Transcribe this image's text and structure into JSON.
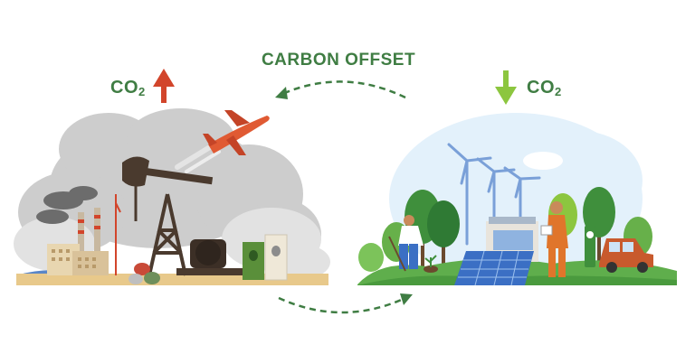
{
  "title": "CARBON OFFSET",
  "left_label": {
    "text": "CO",
    "subscript": "2",
    "arrow": "up-arrow"
  },
  "right_label": {
    "text": "CO",
    "subscript": "2",
    "arrow": "down-arrow"
  },
  "colors": {
    "label_green": "#3f7d43",
    "arrow_up_red": "#d2452b",
    "arrow_down_green": "#8cc63f",
    "smoke_gray": "#c9c9c9",
    "sky_blue": "#e3f1fb",
    "grass_green": "#5fae4c"
  }
}
